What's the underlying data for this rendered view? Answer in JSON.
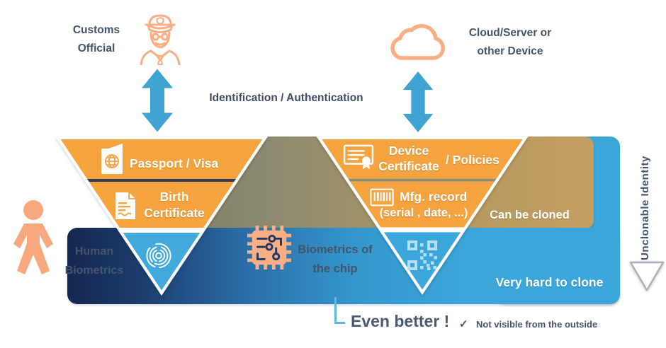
{
  "colors": {
    "orange": "#F4A33E",
    "peach": "#F9AE85",
    "slate": "#44546A",
    "arrow_blue": "#3FA3D4",
    "bright_blue": "#3BA6DA",
    "navy": "#14274E",
    "tan": "#C49F62",
    "olive": "#7E8068",
    "triangle_blue": "#41A9DC",
    "qr_light_blue": "#B5DFF4",
    "white": "#FFFFFF"
  },
  "header": {
    "customs": {
      "line1": "Customs",
      "line2": "Official"
    },
    "cloud": {
      "line1": "Cloud/Server or",
      "line2": "other Device"
    },
    "auth_label": "Identification / Authentication"
  },
  "left_triangle": {
    "row1_label": "Passport / Visa",
    "row2_line1": "Birth",
    "row2_line2": "Certificate"
  },
  "right_triangle": {
    "row1_line1": "Device",
    "row1_line2": "Certificate",
    "row1_suffix": "/ Policies",
    "row2_line1": "Mfg. record",
    "row2_line2": "(serial , date, ...)"
  },
  "bands": {
    "can_be_cloned": "Can be cloned",
    "very_hard_to_clone": "Very hard to clone"
  },
  "annotations": {
    "human": {
      "line1": "Human",
      "line2": "Biometrics"
    },
    "chip": {
      "line1": "Biometrics of",
      "line2": "the chip"
    },
    "unclonable": "Unclonable Identity",
    "even_better": "Even better !",
    "check_glyph": "✓",
    "not_visible": "Not visible from the outside"
  },
  "icons": {
    "officer": "customs-officer-icon",
    "cloud": "cloud-icon",
    "arrows": "double-headed-arrow-icon",
    "passport": "passport-icon",
    "birth_certificate": "birth-certificate-document-icon",
    "device_certificate": "certificate-with-seal-icon",
    "mfg_record": "barcode-icon",
    "fingerprint": "fingerprint-icon",
    "qr": "qr-code-icon",
    "chip": "circuit-chip-icon",
    "human": "person-silhouette-icon",
    "down_triangle": "down-triangle-outline-icon",
    "check": "checkmark-icon"
  }
}
